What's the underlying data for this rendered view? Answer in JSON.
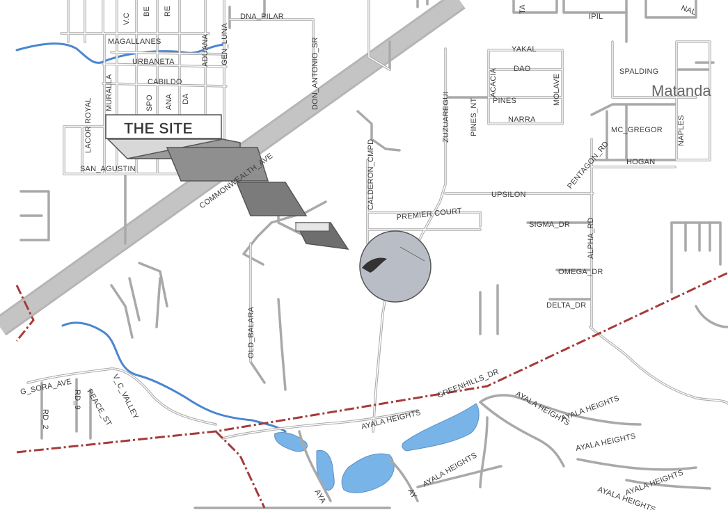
{
  "site_label": "THE SITE",
  "place_label": "Matanda",
  "avenue_label": "COMMONWEALTH_AVE",
  "street_labels": [
    "MAGALLANES",
    "URBANETA",
    "CABILDO",
    "LACOR ROYAL",
    "MURALLA",
    "V.C",
    "BE",
    "RE",
    "ADUANA",
    "GEN_LUNA",
    "DNA_PILAR",
    "DON_ANTONIO_SR",
    "SAN_AGUSTIN",
    "SPO",
    "ANA",
    "DA",
    "CALDERON_CMPD",
    "ZUZUAREGUI",
    "PINES_NT",
    "YAKAL",
    "DAO",
    "ACACIA",
    "PINES",
    "MOLAVE",
    "NARRA",
    "IPIL",
    "TA",
    "NAL",
    "SPALDING",
    "MC_GREGOR",
    "NAPLES",
    "PENTAGON_RD",
    "HOGAN",
    "UPSILON",
    "PREMIER COURT",
    "SIGMA_DR",
    "ALPHA_RD",
    "OMEGA_DR",
    "DELTA_DR",
    "OLD_BALARA",
    "GREENHILLS_DR",
    "AYALA HEIGHTS",
    "AYALA HEIGHTS",
    "AYALA HEIGHTS",
    "AYALA HEIGHTS",
    "AYALA HEIGHTS",
    "AYALA HEIGHTS",
    "AYALA HEIGHTS",
    "AYA",
    "AY",
    "G_SORA_AVE",
    "V_C_VALLEY",
    "PEACE_ST",
    "RD_9",
    "RD_2"
  ],
  "colors": {
    "road": "#a9a9a9",
    "river": "#4a86d0",
    "pond": "#78b4e8",
    "boundary": "#a63a3a",
    "marker_fill": "#b9bec6",
    "marker_stroke": "#555"
  },
  "icons": {
    "site_marker": "3d-block-arrow-icon",
    "target_marker": "circle-target-icon"
  }
}
